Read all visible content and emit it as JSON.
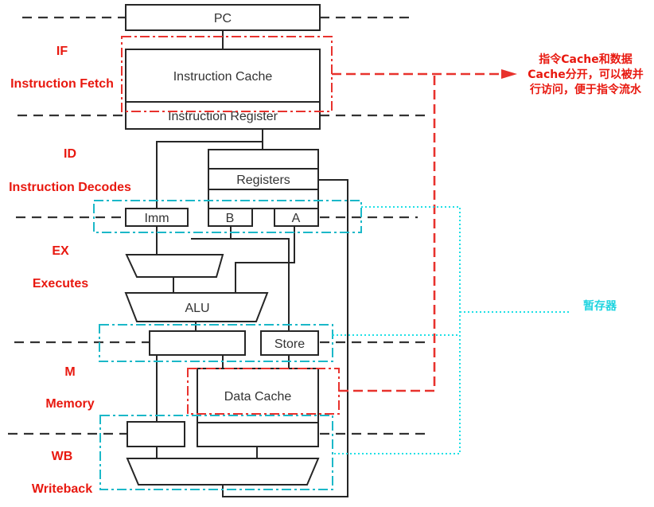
{
  "blocks": {
    "pc": "PC",
    "instruction_cache": "Instruction Cache",
    "instruction_register": "Instruction Register",
    "registers": "Registers",
    "imm": "Imm",
    "b": "B",
    "a": "A",
    "alu": "ALU",
    "store": "Store",
    "data_cache": "Data  Cache"
  },
  "stages": {
    "if_abbr": "IF",
    "if_full": "Instruction Fetch",
    "id_abbr": "ID",
    "id_full": "Instruction Decodes",
    "ex_abbr": "EX",
    "ex_full": "Executes",
    "m_abbr": "M",
    "m_full": "Memory",
    "wb_abbr": "WB",
    "wb_full": "Writeback"
  },
  "notes": {
    "cache_line1": "指令Cache和数据",
    "cache_line2": "Cache分开，可以被并",
    "cache_line3": "行访问，便于指令流水",
    "registers_note": "暂存器"
  },
  "colors": {
    "stage_label": "#e8180f",
    "cache_annotation": "#e8322d",
    "register_annotation": "#1bb8c8"
  }
}
